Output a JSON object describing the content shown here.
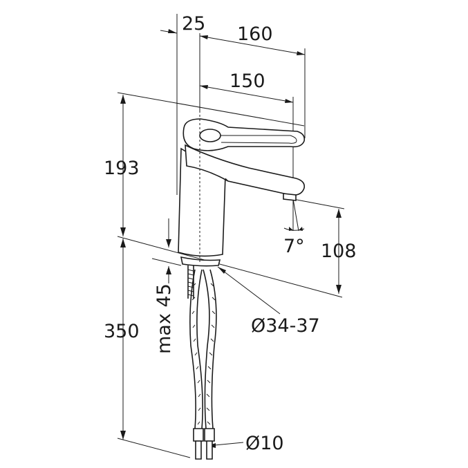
{
  "dimensions": {
    "offset_25": "25",
    "reach_160": "160",
    "reach_150": "150",
    "height_193": "193",
    "spout_height_108": "108",
    "angle_7": "7°",
    "hole_diameter": "Ø34-37",
    "max_thickness": "max 45",
    "hose_length_350": "350",
    "hose_diameter": "Ø10"
  }
}
